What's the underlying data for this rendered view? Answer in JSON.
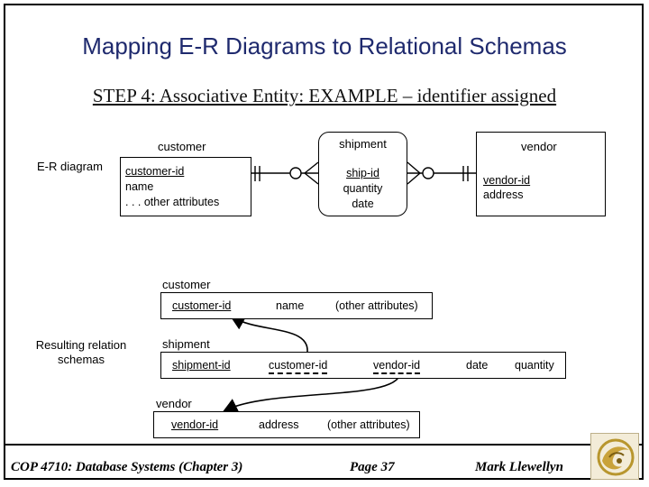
{
  "title": "Mapping E-R Diagrams to Relational Schemas",
  "subtitle": "STEP 4:  Associative Entity: EXAMPLE – identifier assigned",
  "er": {
    "section_label": "E-R diagram",
    "customer": {
      "name": "customer",
      "pk": "customer-id",
      "attr1": "name",
      "attr2": ". . . other attributes"
    },
    "shipment": {
      "name": "shipment",
      "pk": "ship-id",
      "attr1": "quantity",
      "attr2": "date"
    },
    "vendor": {
      "name": "vendor",
      "pk": "vendor-id",
      "attr1": "address"
    }
  },
  "relations": {
    "section_label": "Resulting relation schemas",
    "customer": {
      "name": "customer",
      "cols": [
        "customer-id",
        "name",
        "(other attributes)"
      ]
    },
    "shipment": {
      "name": "shipment",
      "cols": [
        "shipment-id",
        "customer-id",
        "vendor-id",
        "date",
        "quantity"
      ]
    },
    "vendor": {
      "name": "vendor",
      "cols": [
        "vendor-id",
        "address",
        "(other attributes)"
      ]
    }
  },
  "footer": {
    "course": "COP 4710: Database Systems  (Chapter 3)",
    "page": "Page 37",
    "author": "Mark Llewellyn"
  }
}
